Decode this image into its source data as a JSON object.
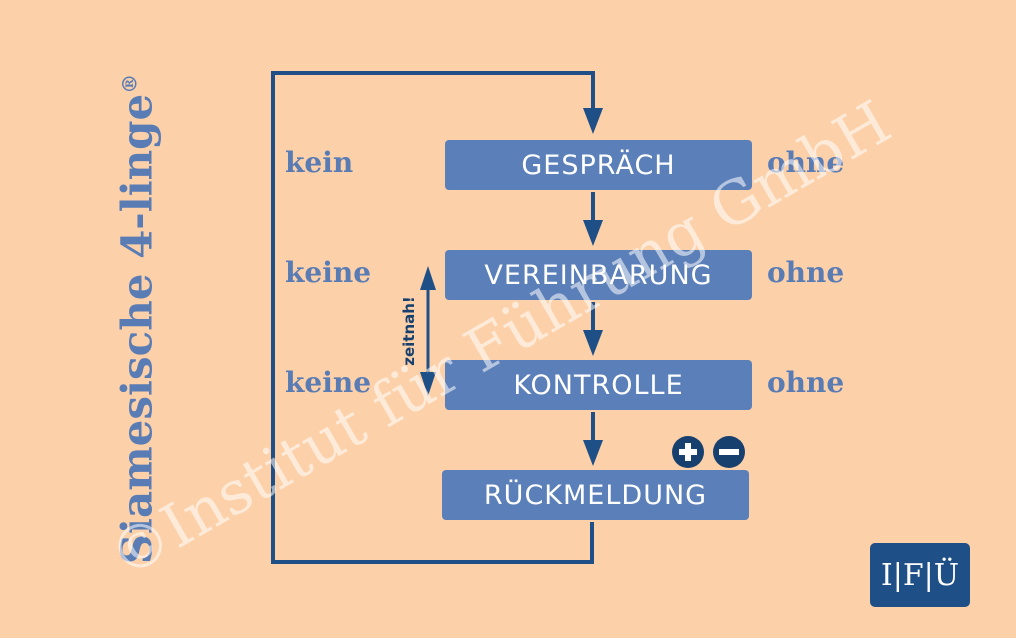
{
  "title": "Siamesische 4-linge",
  "title_mark": "®",
  "steps": [
    "GESPRÄCH",
    "VEREINBARUNG",
    "KONTROLLE",
    "RÜCKMELDUNG"
  ],
  "left_labels": [
    "kein",
    "keine",
    "keine"
  ],
  "right_labels": [
    "ohne",
    "ohne",
    "ohne"
  ],
  "side_note": "zeitnah!",
  "watermark": "©Institut für Führung GmbH",
  "logo": "I|F|Ü",
  "colors": {
    "background": "#fcd0a8",
    "box": "#5b7fb8",
    "line": "#1e4f86",
    "label": "#5a7cb5"
  },
  "icons": [
    "plus-circle-icon",
    "minus-circle-icon"
  ]
}
